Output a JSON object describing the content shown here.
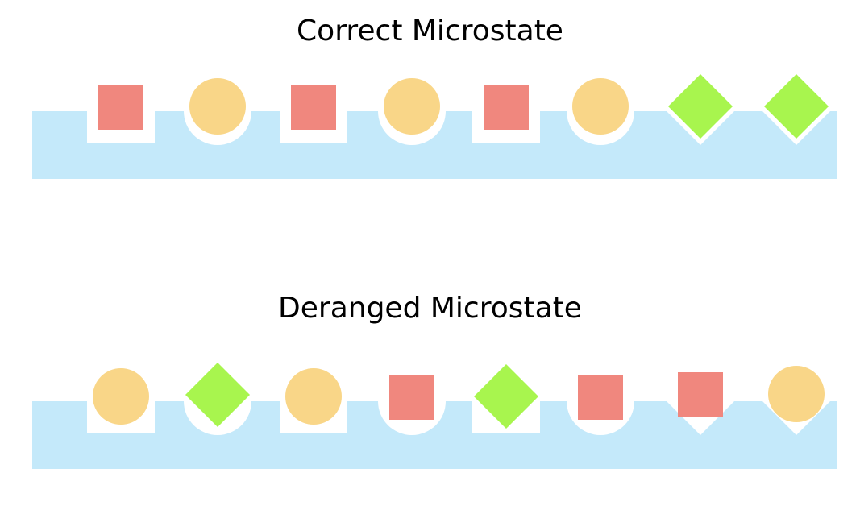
{
  "correct": {
    "title": "Correct Microstate",
    "slots": [
      "square",
      "circle",
      "square",
      "circle",
      "square",
      "circle",
      "diamond",
      "diamond"
    ],
    "pieces": [
      "square",
      "circle",
      "square",
      "circle",
      "square",
      "circle",
      "diamond",
      "diamond"
    ]
  },
  "deranged": {
    "title": "Deranged Microstate",
    "slots": [
      "square",
      "circle",
      "square",
      "circle",
      "square",
      "circle",
      "diamond",
      "diamond"
    ],
    "pieces": [
      "circle",
      "diamond",
      "circle",
      "square",
      "diamond",
      "square",
      "square",
      "circle"
    ]
  },
  "colors": {
    "base": "#c4e9fa",
    "square": "#f0877e",
    "circle": "#f9d688",
    "diamond": "#a8f54e",
    "cutout": "#ffffff"
  }
}
